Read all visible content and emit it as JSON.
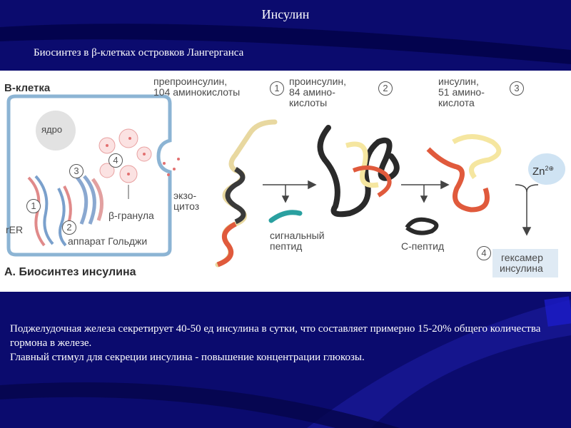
{
  "slide": {
    "title": "Инсулин",
    "subtitle": "Биосинтез в  β-клетках островков Лангерганса"
  },
  "figure": {
    "cell_label": "B-клетка",
    "nucleus_label": "ядро",
    "exocytosis_label_1": "экзо-",
    "exocytosis_label_2": "цитоз",
    "granule_label": "β-гранула",
    "rer_label": "rER",
    "golgi_label": "аппарат Гольджи",
    "caption": "A. Биосинтез инсулина",
    "steps": {
      "preproinsulin_1": "препроинсулин,",
      "preproinsulin_2": "104 аминокислоты",
      "proinsulin_1": "проинсулин,",
      "proinsulin_2": "84 амино-",
      "proinsulin_3": "кислоты",
      "insulin_1": "инсулин,",
      "insulin_2": "51 амино-",
      "insulin_3": "кислота",
      "signal_peptide_1": "сигнальный",
      "signal_peptide_2": "пептид",
      "c_peptide": "C-пептид",
      "zinc": "Zn",
      "zinc_sup": "2⊕",
      "hexamer_1": "гексамер",
      "hexamer_2": "инсулина"
    },
    "numbers": [
      "1",
      "2",
      "3",
      "4"
    ]
  },
  "text": {
    "line1": "Поджелудочная железа секретирует 40-50 ед инсулина в сутки, что составляет примерно 15-20% общего количества гормона в железе.",
    "line2": "Главный стимул для секреции инсулина - повышение концентрации глюкозы."
  },
  "colors": {
    "background": "#0b0b6e",
    "cell_outline": "#8cb4d4",
    "chain_red": "#e05a3c",
    "chain_yellow": "#f5e6a0",
    "chain_dark": "#2a2a2a",
    "chain_teal": "#2aa0a0"
  }
}
